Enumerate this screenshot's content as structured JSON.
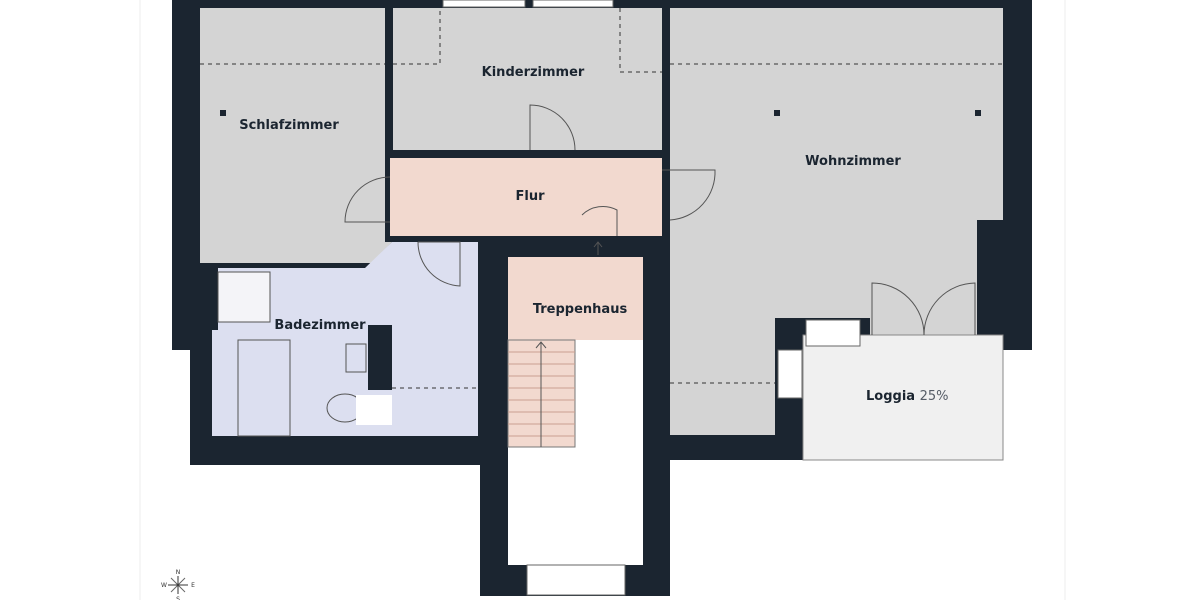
{
  "colors": {
    "wall": "#1b2530",
    "room_gray": "#d4d4d4",
    "room_pink": "#f2d9cf",
    "room_lavender": "#dcdff0",
    "loggia": "#f0f0f0"
  },
  "rooms": {
    "schlafzimmer": "Schlafzimmer",
    "kinderzimmer": "Kinderzimmer",
    "wohnzimmer": "Wohnzimmer",
    "flur": "Flur",
    "badezimmer": "Badezimmer",
    "treppenhaus": "Treppenhaus",
    "loggia": "Loggia",
    "loggia_pct": "25%"
  },
  "compass": {
    "n": "N",
    "e": "E",
    "w": "W",
    "s": "S"
  }
}
